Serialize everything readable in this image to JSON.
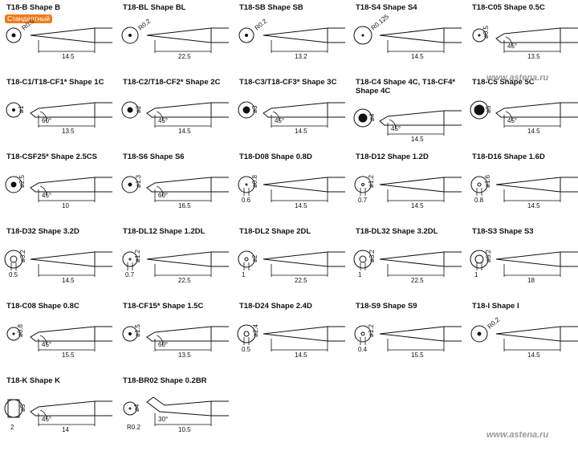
{
  "standard_badge": "Стандартный",
  "watermarks": [
    "www.astena.ru",
    "www.astena.ru"
  ],
  "tips": [
    {
      "title": "T18-B  Shape B",
      "dims": [
        "R0.5",
        "14.5"
      ]
    },
    {
      "title": "T18-BL  Shape BL",
      "dims": [
        "R0.2",
        "22.5"
      ]
    },
    {
      "title": "T18-SB  Shape SB",
      "dims": [
        "R0.2",
        "13.2"
      ]
    },
    {
      "title": "T18-S4  Shape S4",
      "dims": [
        "R0.125",
        "14.5"
      ]
    },
    {
      "title": "T18-C05  Shape 0.5C",
      "dims": [
        "0.5",
        "45°",
        "13.5"
      ]
    },
    {
      "title": "T18-C1/T18-CF1* Shape 1C",
      "dims": [
        "1",
        "60°",
        "13.5"
      ]
    },
    {
      "title": "T18-C2/T18-CF2* Shape 2C",
      "dims": [
        "2",
        "45°",
        "14.5"
      ]
    },
    {
      "title": "T18-C3/T18-CF3* Shape 3C",
      "dims": [
        "3",
        "45°",
        "14.5"
      ]
    },
    {
      "title": "T18-C4 Shape 4C, T18-CF4* Shape 4C",
      "dims": [
        "4",
        "45°",
        "14.5"
      ]
    },
    {
      "title": "T18-C5  Shape 5C",
      "dims": [
        "5",
        "45°",
        "14.5"
      ]
    },
    {
      "title": "T18-CSF25* Shape 2.5CS",
      "dims": [
        "2.5",
        "45°",
        "10"
      ]
    },
    {
      "title": "T18-S6  Shape S6",
      "dims": [
        "1.3",
        "60°",
        "16.5"
      ]
    },
    {
      "title": "T18-D08  Shape 0.8D",
      "dims": [
        "0.8",
        "0.6",
        "14.5"
      ]
    },
    {
      "title": "T18-D12  Shape 1.2D",
      "dims": [
        "1.2",
        "0.7",
        "14.5"
      ]
    },
    {
      "title": "T18-D16  Shape 1.6D",
      "dims": [
        "1.6",
        "0.8",
        "14.5"
      ]
    },
    {
      "title": "T18-D32  Shape 3.2D",
      "dims": [
        "3.2",
        "0.5",
        "14.5"
      ]
    },
    {
      "title": "T18-DL12  Shape 1.2DL",
      "dims": [
        "1.2",
        "0.7",
        "22.5"
      ]
    },
    {
      "title": "T18-DL2  Shape 2DL",
      "dims": [
        "2",
        "1",
        "22.5"
      ]
    },
    {
      "title": "T18-DL32  Shape 3.2DL",
      "dims": [
        "3.2",
        "1",
        "22.5"
      ]
    },
    {
      "title": "T18-S3  Shape S3",
      "dims": [
        "5.2",
        "1",
        "18"
      ]
    },
    {
      "title": "T18-C08  Shape 0.8C",
      "dims": [
        "0.8",
        "45°",
        "15.5"
      ]
    },
    {
      "title": "T18-CF15* Shape 1.5C",
      "dims": [
        "1.5",
        "60°",
        "13.5"
      ]
    },
    {
      "title": "T18-D24  Shape 2.4D",
      "dims": [
        "2.4",
        "0.5",
        "14.5"
      ]
    },
    {
      "title": "T18-S9  Shape S9",
      "dims": [
        "1.2",
        "0.4",
        "15.5"
      ]
    },
    {
      "title": "T18-I  Shape I",
      "dims": [
        "R0.2",
        "14.5"
      ]
    },
    {
      "title": "T18-K  Shape K",
      "dims": [
        "5",
        "45°",
        "2",
        "14"
      ]
    },
    {
      "title": "T18-BR02  Shape 0.2BR",
      "dims": [
        "4",
        "30°",
        "R0.2",
        "10.5"
      ]
    }
  ]
}
